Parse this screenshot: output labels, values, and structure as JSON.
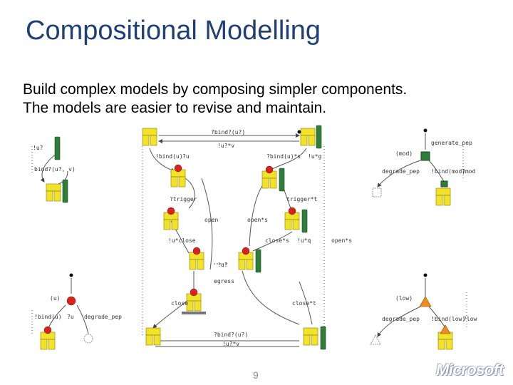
{
  "slide": {
    "title": "Compositional Modelling",
    "body_lines": [
      "Build complex models by composing simpler components.",
      "The models are easier to revise and maintain."
    ],
    "page_number": "9",
    "brand_logo": "Microsoft"
  },
  "colors": {
    "title": "#1f3f77",
    "figure_yellow": "#f2e22a",
    "figure_green": "#2f7d3a",
    "state_red": "#d8231d",
    "state_orange": "#f08a1c"
  },
  "diagram_labels": [
    "?bind?(u?)",
    "!u?*v",
    "!bind(u)",
    "?u",
    "?bind(u)*s",
    "!u*g",
    "?trigger",
    "trigger*t",
    "open",
    "open*s",
    "!u*close",
    "close*s",
    "!u*q",
    "open*s",
    "!u?",
    "egress",
    "close",
    "close*t",
    "?bind?(u?)",
    "!u?*v",
    "!u?",
    "bind?(u?, v)",
    "(mod)",
    "degrade_pep",
    "!bind(mod)",
    "?mod",
    "generate_pep",
    "(u)",
    "!bind(u)",
    "?u",
    "degrade_pep",
    "(low)",
    "degrade_pep",
    "!bind(low)",
    "?low"
  ]
}
